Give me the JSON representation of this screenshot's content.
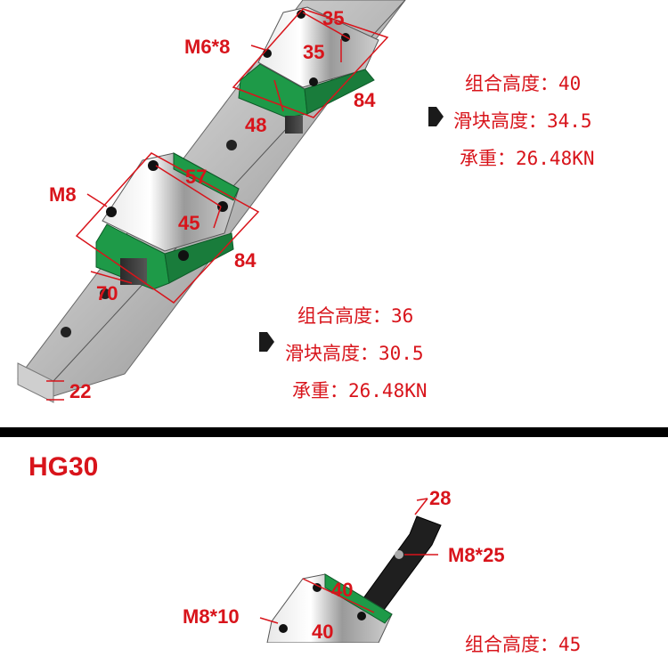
{
  "section1": {
    "block1": {
      "hole_label": "M6*8",
      "width_label": "35",
      "inner_label": "35",
      "length_label": "84",
      "base_label": "48",
      "specs": [
        {
          "label": "组合高度：",
          "value": "40"
        },
        {
          "label": "滑块高度：",
          "value": "34.5"
        },
        {
          "label": "承重：",
          "value": "26.48KN"
        }
      ]
    },
    "block2": {
      "hole_label": "M8",
      "width_label": "57",
      "inner_label": "45",
      "length_label": "84",
      "base_label": "70",
      "rail_label": "22",
      "specs": [
        {
          "label": "组合高度：",
          "value": "36"
        },
        {
          "label": "滑块高度：",
          "value": "30.5"
        },
        {
          "label": "承重：",
          "value": "26.48KN"
        }
      ]
    }
  },
  "section2": {
    "title": "HG30",
    "rail_width_label": "28",
    "rail_hole_label": "M8*25",
    "block_width_label": "40",
    "block_inner_label": "40",
    "hole_label": "M8*10",
    "specs": [
      {
        "label": "组合高度：",
        "value": "45"
      }
    ]
  },
  "colors": {
    "accent": "#d8141b",
    "block_green": "#1e9a48",
    "divider": "#000000"
  }
}
